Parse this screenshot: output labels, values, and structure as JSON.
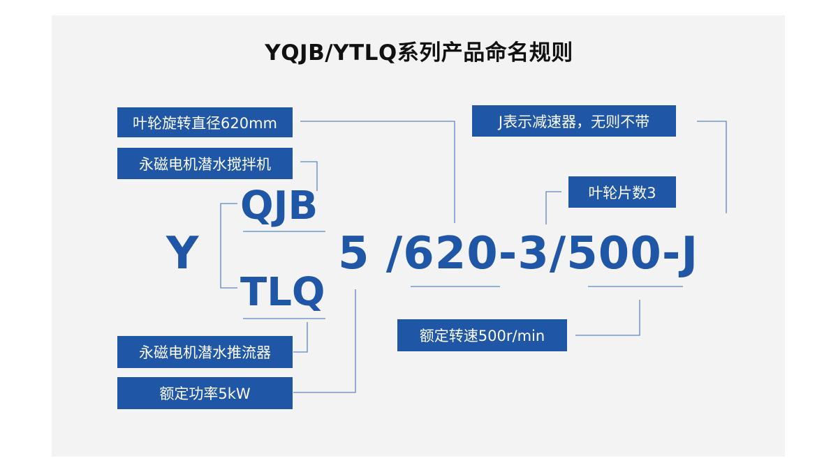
{
  "title": "YQJB/YTLQ系列产品命名规则",
  "code": {
    "prefix": "Y",
    "variant_top": "QJB",
    "variant_bottom": "TLQ",
    "suffix": "5 /620-3/500-J"
  },
  "labels": {
    "impeller_diameter": "叶轮旋转直径620mm",
    "mixer_type": "永磁电机潜水搅拌机",
    "reducer": "J表示减速器，无则不带",
    "blade_count": "叶轮片数3",
    "rated_speed": "额定转速500r/min",
    "propeller_type": "永磁电机潜水推流器",
    "rated_power": "额定功率5kW"
  },
  "colors": {
    "accent": "#1f56a6",
    "panel": "#f3f3f3",
    "line": "#5b86c4"
  }
}
